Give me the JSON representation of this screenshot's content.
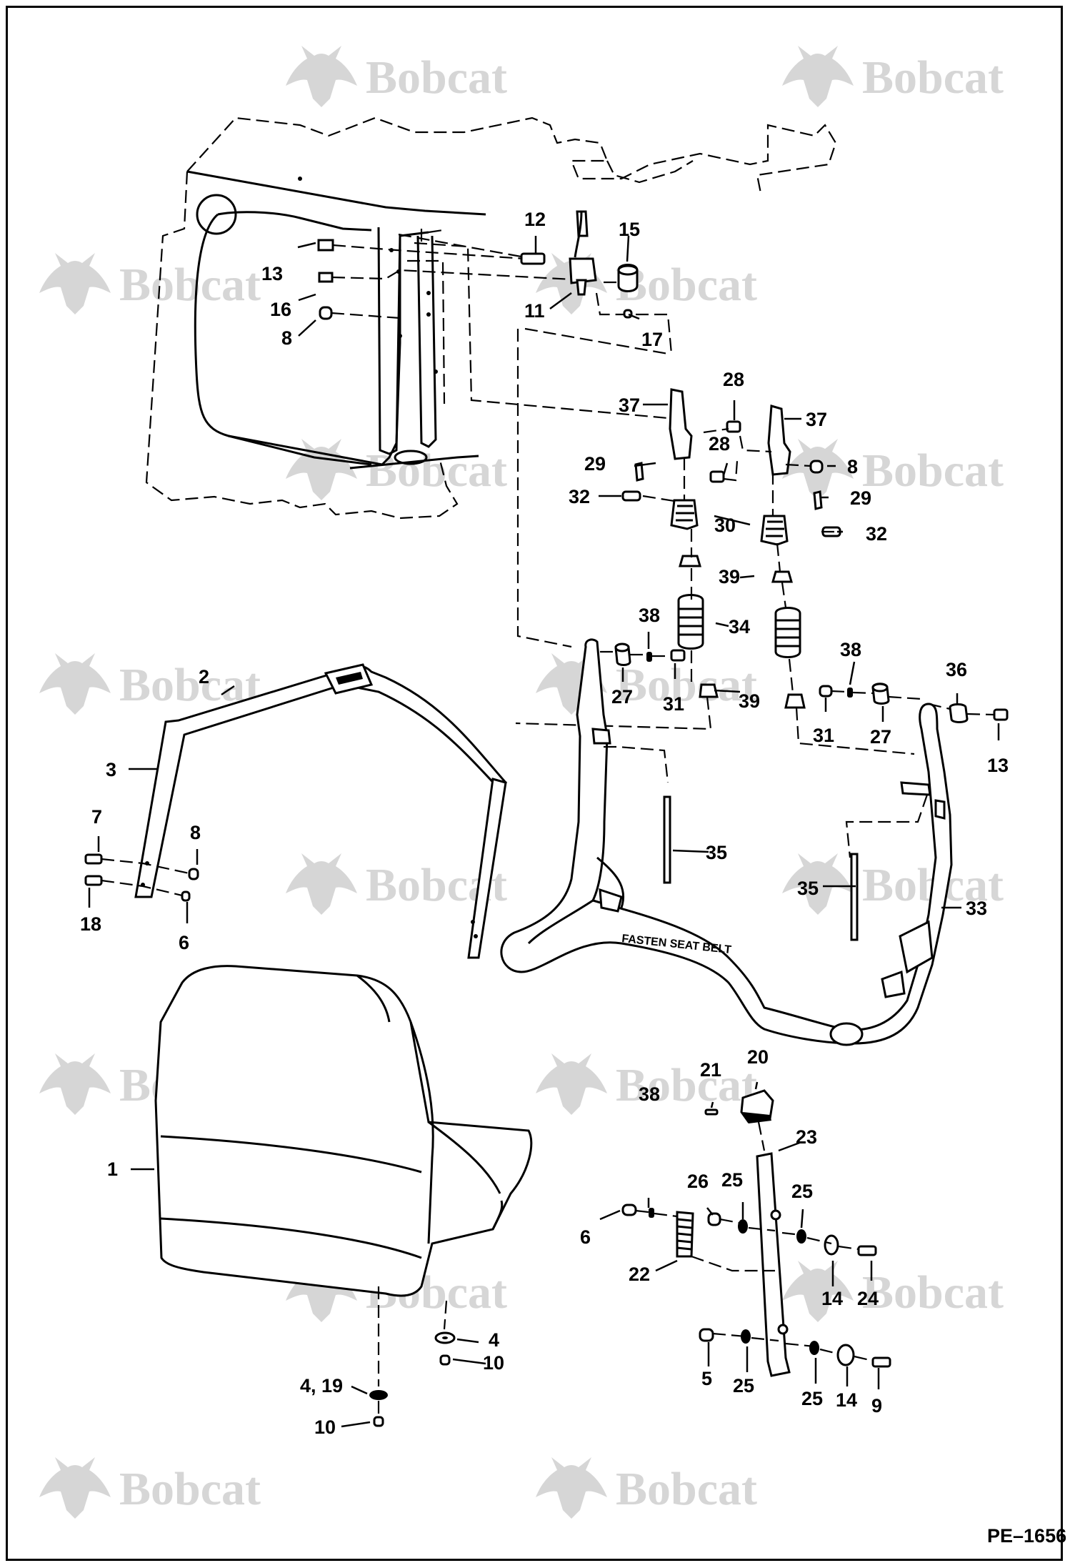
{
  "document": {
    "reference": "PE–1656",
    "watermark_text": "Bobcat",
    "seat_bar_text": "FASTEN SEAT BELT"
  },
  "watermarks": [
    "Bobcat",
    "Bobcat",
    "Bobcat",
    "Bobcat",
    "Bobcat",
    "Bobcat",
    "Bobcat",
    "Bobcat",
    "Bobcat",
    "Bobcat",
    "Bobcat",
    "Bobcat",
    "Bobcat",
    "Bobcat"
  ],
  "callouts": [
    "1",
    "2",
    "3",
    "4",
    "4, 19",
    "5",
    "6",
    "6",
    "7",
    "8",
    "8",
    "8",
    "9",
    "10",
    "10",
    "11",
    "12",
    "13",
    "13",
    "14",
    "14",
    "15",
    "16",
    "17",
    "18",
    "20",
    "21",
    "22",
    "23",
    "24",
    "25",
    "25",
    "25",
    "25",
    "26",
    "27",
    "27",
    "28",
    "28",
    "29",
    "29",
    "30",
    "31",
    "31",
    "32",
    "32",
    "33",
    "34",
    "35",
    "35",
    "36",
    "37",
    "37",
    "38",
    "38",
    "38",
    "39",
    "39"
  ]
}
